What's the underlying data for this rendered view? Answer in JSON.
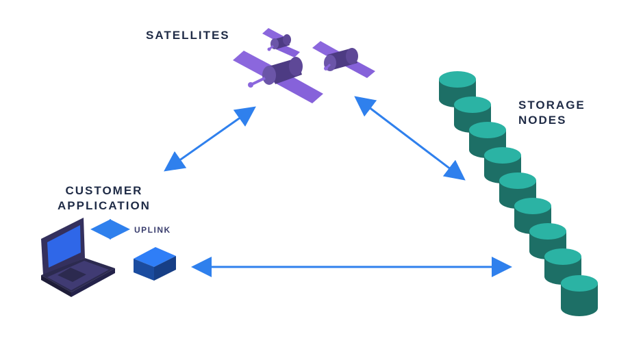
{
  "labels": {
    "satellites": "SATELLITES",
    "storage_nodes_line1": "STORAGE",
    "storage_nodes_line2": "NODES",
    "customer_application_line1": "CUSTOMER",
    "customer_application_line2": "APPLICATION",
    "uplink": "UPLINK"
  },
  "colors": {
    "label_text": "#1f2b46",
    "uplink_text": "#3a3e6e",
    "arrow": "#2f80ed",
    "satellite_panel": "#8662da",
    "satellite_body": "#4d3b83",
    "storage_top": "#2bb3a4",
    "storage_side": "#1d6f66",
    "laptop_body": "#34305d",
    "laptop_screen": "#2f67e8",
    "uplink_top": "#2f7ef7",
    "uplink_side": "#1b4c9f"
  },
  "icons": {
    "satellites": "satellite-icon",
    "storage_nodes": "storage-cylinder-icon",
    "customer_application": "laptop-icon",
    "uplink": "uplink-box-icon"
  }
}
